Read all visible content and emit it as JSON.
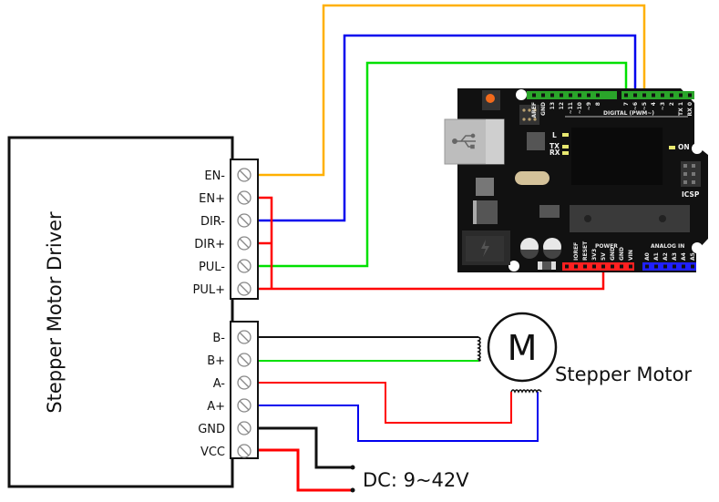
{
  "driver": {
    "title": "Stepper Motor Driver",
    "control_terminals": [
      "EN-",
      "EN+",
      "DIR-",
      "DIR+",
      "PUL-",
      "PUL+"
    ],
    "power_terminals": [
      "B-",
      "B+",
      "A-",
      "A+",
      "GND",
      "VCC"
    ]
  },
  "motor": {
    "symbol": "M",
    "label": "Stepper Motor"
  },
  "power_supply": {
    "label": "DC: 9~42V"
  },
  "arduino": {
    "digital_header_label": "DIGITAL (PWM~)",
    "digital_pins_left": [
      "AREF",
      "GND",
      "13",
      "12",
      "~11",
      "~10",
      "~9",
      "8"
    ],
    "digital_pins_right": [
      "7",
      "~6",
      "~5",
      "4",
      "~3",
      "2",
      "TX 1",
      "RX 0"
    ],
    "power_header_label": "POWER",
    "power_pins": [
      "IOREF",
      "RESET",
      "3V3",
      "5V",
      "GND",
      "GND",
      "VIN"
    ],
    "analog_header_label": "ANALOG IN",
    "analog_pins": [
      "A0",
      "A1",
      "A2",
      "A3",
      "A4",
      "A5"
    ],
    "led_labels": [
      "L",
      "TX",
      "RX"
    ],
    "on_label": "ON",
    "icsp_label": "ICSP"
  },
  "wires": [
    {
      "from": "EN-",
      "to": "~5",
      "color": "#ffb000"
    },
    {
      "from": "DIR-",
      "to": "~6",
      "color": "#0000ee"
    },
    {
      "from": "PUL-",
      "to": "7",
      "color": "#00e000"
    },
    {
      "from": "EN+/DIR+/PUL+",
      "to": "5V",
      "color": "#ff0000"
    },
    {
      "from": "B-",
      "to": "motor-coil-B",
      "color": "#111111"
    },
    {
      "from": "B+",
      "to": "motor-coil-B",
      "color": "#00e000"
    },
    {
      "from": "A-",
      "to": "motor-coil-A",
      "color": "#ff0000"
    },
    {
      "from": "A+",
      "to": "motor-coil-A",
      "color": "#0000ee"
    },
    {
      "from": "GND",
      "to": "DC-",
      "color": "#111111"
    },
    {
      "from": "VCC",
      "to": "DC+",
      "color": "#ff0000"
    }
  ]
}
